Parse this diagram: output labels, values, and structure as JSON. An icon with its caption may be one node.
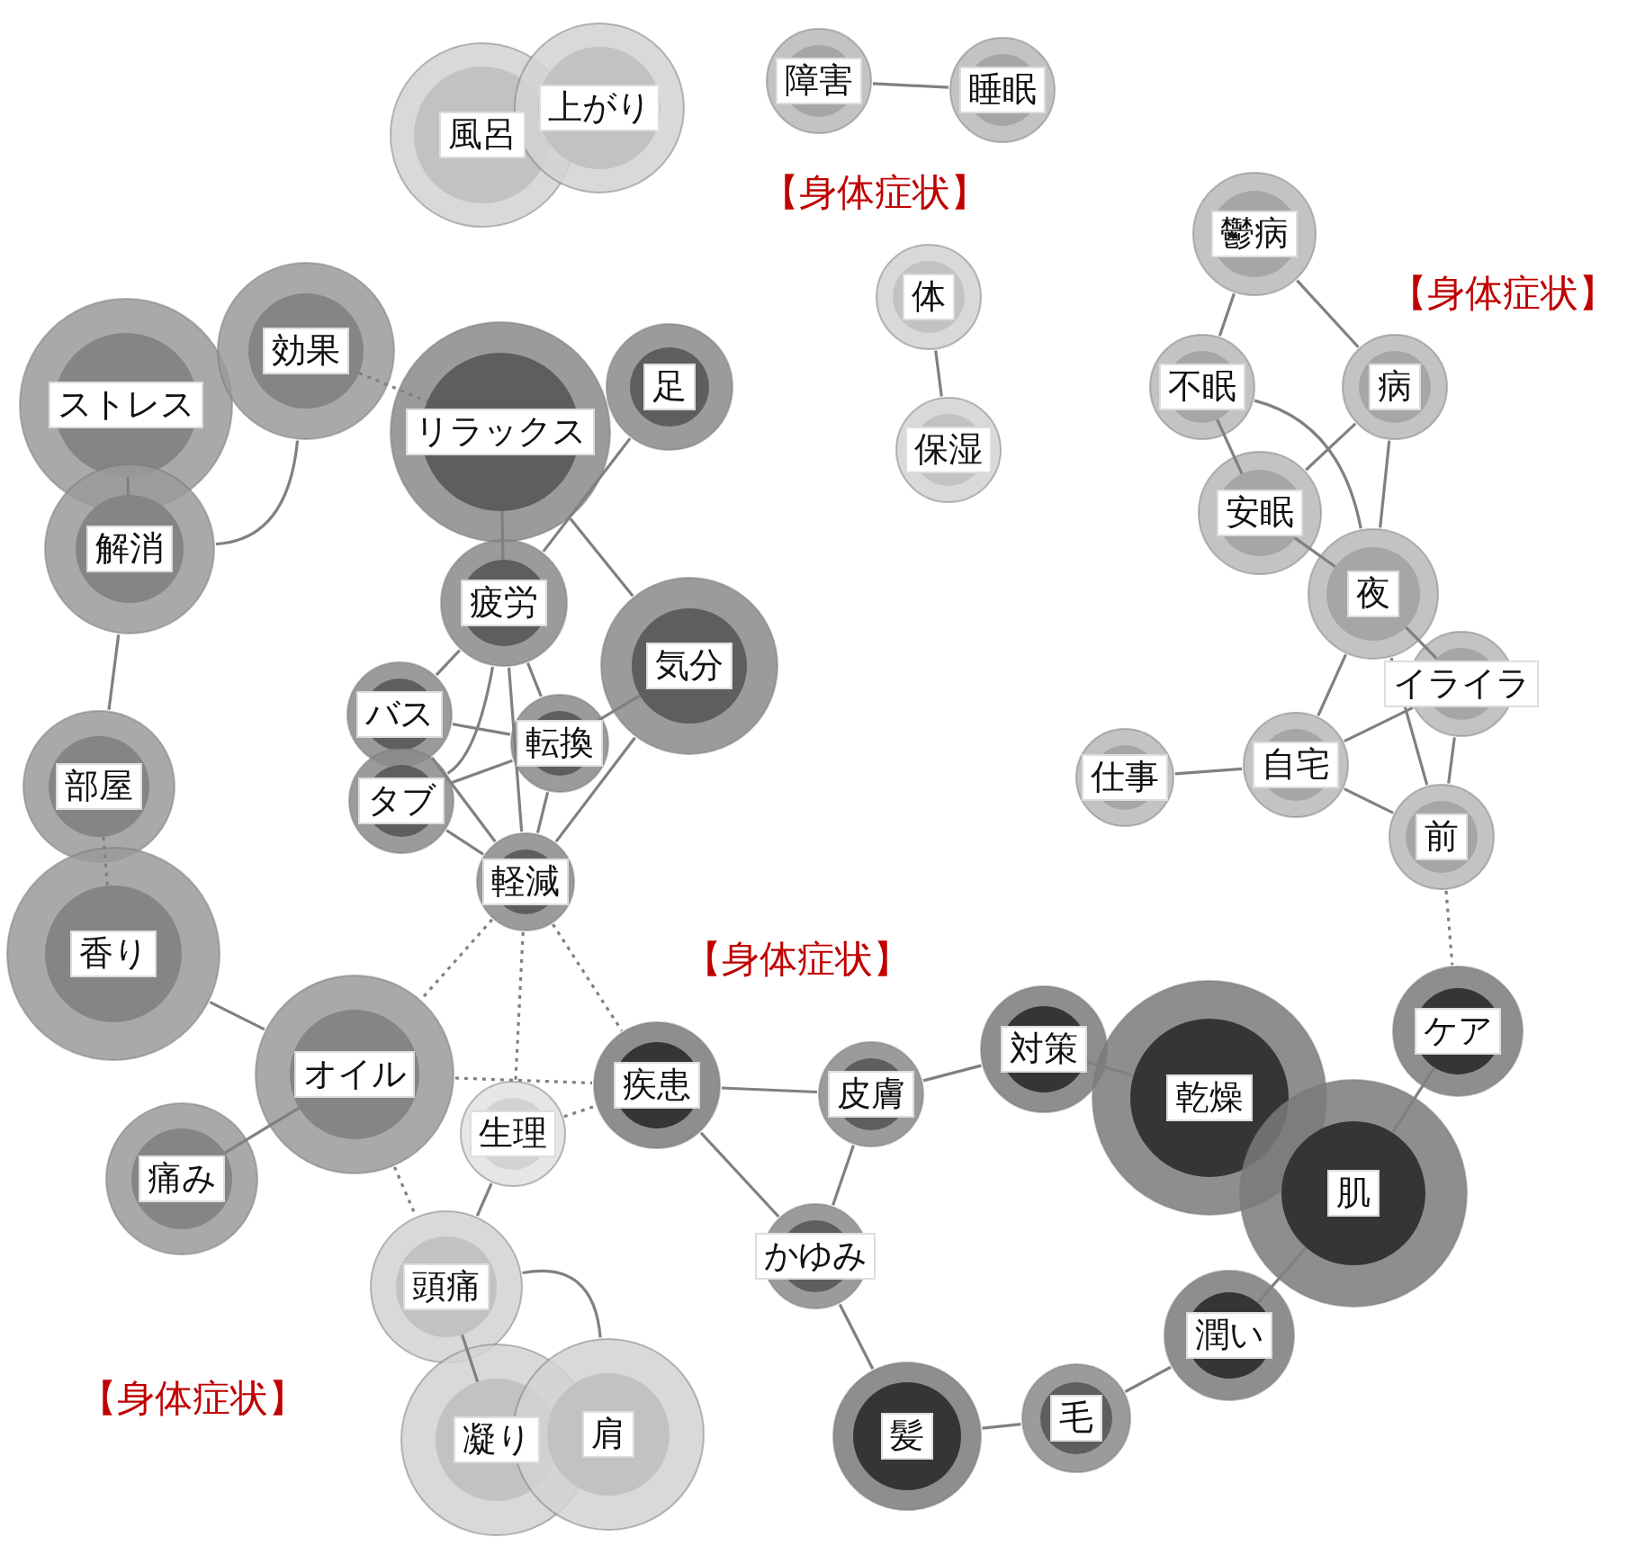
{
  "diagram": {
    "nodes": [
      {
        "text": [
          "風呂"
        ]
      },
      {
        "text": [
          "上がり"
        ]
      },
      {
        "text": [
          "障害"
        ]
      },
      {
        "text": [
          "睡眠"
        ]
      },
      {
        "text": [
          "体"
        ]
      },
      {
        "text": [
          "保湿"
        ]
      },
      {
        "text": [
          "鬱病"
        ]
      },
      {
        "text": [
          "不眠"
        ]
      },
      {
        "text": [
          "病"
        ]
      },
      {
        "text": [
          "安眠"
        ]
      },
      {
        "text": [
          "夜"
        ]
      },
      {
        "text": [
          "イライラ"
        ]
      },
      {
        "text": [
          "仕事"
        ]
      },
      {
        "text": [
          "自宅"
        ]
      },
      {
        "text": [
          "前"
        ]
      },
      {
        "text": [
          "ストレス"
        ]
      },
      {
        "text": [
          "効果"
        ]
      },
      {
        "text": [
          "リラックス"
        ]
      },
      {
        "text": [
          "足"
        ]
      },
      {
        "text": [
          "解消"
        ]
      },
      {
        "text": [
          "疲労"
        ]
      },
      {
        "text": [
          "気分"
        ]
      },
      {
        "text": [
          "バス"
        ]
      },
      {
        "text": [
          "転換"
        ]
      },
      {
        "text": [
          "タブ"
        ]
      },
      {
        "text": [
          "部屋"
        ]
      },
      {
        "text": [
          "軽減"
        ]
      },
      {
        "text": [
          "香り"
        ]
      },
      {
        "text": [
          "オイル"
        ]
      },
      {
        "text": [
          "疾患"
        ]
      },
      {
        "text": [
          "生理"
        ]
      },
      {
        "text": [
          "皮膚"
        ]
      },
      {
        "text": [
          "対策"
        ]
      },
      {
        "text": [
          "乾燥"
        ]
      },
      {
        "text": [
          "ケア"
        ]
      },
      {
        "text": [
          "肌"
        ]
      },
      {
        "text": [
          "痛み"
        ]
      },
      {
        "text": [
          "かゆみ"
        ]
      },
      {
        "text": [
          "頭痛"
        ]
      },
      {
        "text": [
          "潤い"
        ]
      },
      {
        "text": [
          "凝り"
        ]
      },
      {
        "text": [
          "肩"
        ]
      },
      {
        "text": [
          "髪"
        ]
      },
      {
        "text": [
          "毛"
        ]
      }
    ],
    "edges": [
      {
        "from": 2,
        "to": 3,
        "arrow": "none"
      },
      {
        "from": 4,
        "to": 5,
        "arrow": "none"
      },
      {
        "from": 6,
        "to": 7,
        "arrow": "none"
      },
      {
        "from": 6,
        "to": 8,
        "arrow": "none"
      },
      {
        "from": 7,
        "to": 9,
        "arrow": "none"
      },
      {
        "from": 7,
        "to": 10,
        "arrow": "none"
      },
      {
        "from": 8,
        "to": 9,
        "arrow": "none"
      },
      {
        "from": 8,
        "to": 10,
        "arrow": "none"
      },
      {
        "from": 9,
        "to": 10,
        "arrow": "none"
      },
      {
        "from": 10,
        "to": 13,
        "arrow": "none"
      },
      {
        "from": 10,
        "to": 11,
        "arrow": "none"
      },
      {
        "from": 10,
        "to": 14,
        "arrow": "none"
      },
      {
        "from": 11,
        "to": 13,
        "arrow": "none"
      },
      {
        "from": 11,
        "to": 14,
        "arrow": "none"
      },
      {
        "from": 13,
        "to": 14,
        "arrow": "none"
      },
      {
        "from": 12,
        "to": 13,
        "arrow": "none"
      },
      {
        "from": 14,
        "to": 34,
        "arrow": "none",
        "style": "dashed"
      },
      {
        "from": 15,
        "to": 19,
        "arrow": "none"
      },
      {
        "from": 16,
        "to": 19,
        "arrow": "none"
      },
      {
        "from": 16,
        "to": 17,
        "arrow": "none",
        "style": "dashed"
      },
      {
        "from": 17,
        "to": 20,
        "arrow": "none"
      },
      {
        "from": 17,
        "to": 21,
        "arrow": "none"
      },
      {
        "from": 18,
        "to": 20,
        "arrow": "none"
      },
      {
        "from": 19,
        "to": 25,
        "arrow": "none"
      },
      {
        "from": 25,
        "to": 27,
        "arrow": "none",
        "style": "dashed"
      },
      {
        "from": 20,
        "to": 22,
        "arrow": "none"
      },
      {
        "from": 20,
        "to": 24,
        "arrow": "none"
      },
      {
        "from": 20,
        "to": 23,
        "arrow": "none"
      },
      {
        "from": 20,
        "to": 26,
        "arrow": "none"
      },
      {
        "from": 22,
        "to": 23,
        "arrow": "none"
      },
      {
        "from": 24,
        "to": 23,
        "arrow": "none"
      },
      {
        "from": 22,
        "to": 26,
        "arrow": "none"
      },
      {
        "from": 24,
        "to": 26,
        "arrow": "none"
      },
      {
        "from": 23,
        "to": 26,
        "arrow": "none"
      },
      {
        "from": 21,
        "to": 23,
        "arrow": "none"
      },
      {
        "from": 21,
        "to": 26,
        "arrow": "none"
      },
      {
        "from": 27,
        "to": 28,
        "arrow": "none"
      },
      {
        "from": 28,
        "to": 36,
        "arrow": "none"
      },
      {
        "from": 26,
        "to": 28,
        "arrow": "none",
        "style": "dashed"
      },
      {
        "from": 26,
        "to": 30,
        "arrow": "none",
        "style": "dashed"
      },
      {
        "from": 26,
        "to": 29,
        "arrow": "none",
        "style": "dashed"
      },
      {
        "from": 28,
        "to": 29,
        "arrow": "none",
        "style": "dashed"
      },
      {
        "from": 30,
        "to": 29,
        "arrow": "none",
        "style": "dashed"
      },
      {
        "from": 28,
        "to": 38,
        "arrow": "none",
        "style": "dashed"
      },
      {
        "from": 30,
        "to": 38,
        "arrow": "none"
      },
      {
        "from": 38,
        "to": 40,
        "arrow": "none"
      },
      {
        "from": 38,
        "to": 41,
        "arrow": "none"
      },
      {
        "from": 29,
        "to": 31,
        "arrow": "none"
      },
      {
        "from": 29,
        "to": 37,
        "arrow": "none"
      },
      {
        "from": 31,
        "to": 37,
        "arrow": "none"
      },
      {
        "from": 31,
        "to": 32,
        "arrow": "none"
      },
      {
        "from": 32,
        "to": 33,
        "arrow": "none"
      },
      {
        "from": 33,
        "to": 35,
        "arrow": "none"
      },
      {
        "from": 34,
        "to": 35,
        "arrow": "none"
      },
      {
        "from": 35,
        "to": 39,
        "arrow": "none"
      },
      {
        "from": 39,
        "to": 43,
        "arrow": "none"
      },
      {
        "from": 43,
        "to": 42,
        "arrow": "none"
      },
      {
        "from": 42,
        "to": 37,
        "arrow": "none"
      }
    ],
    "labels": [
      "【身体症状】",
      "【身体症状】",
      "【身体症状】",
      "【身体症状】"
    ]
  }
}
